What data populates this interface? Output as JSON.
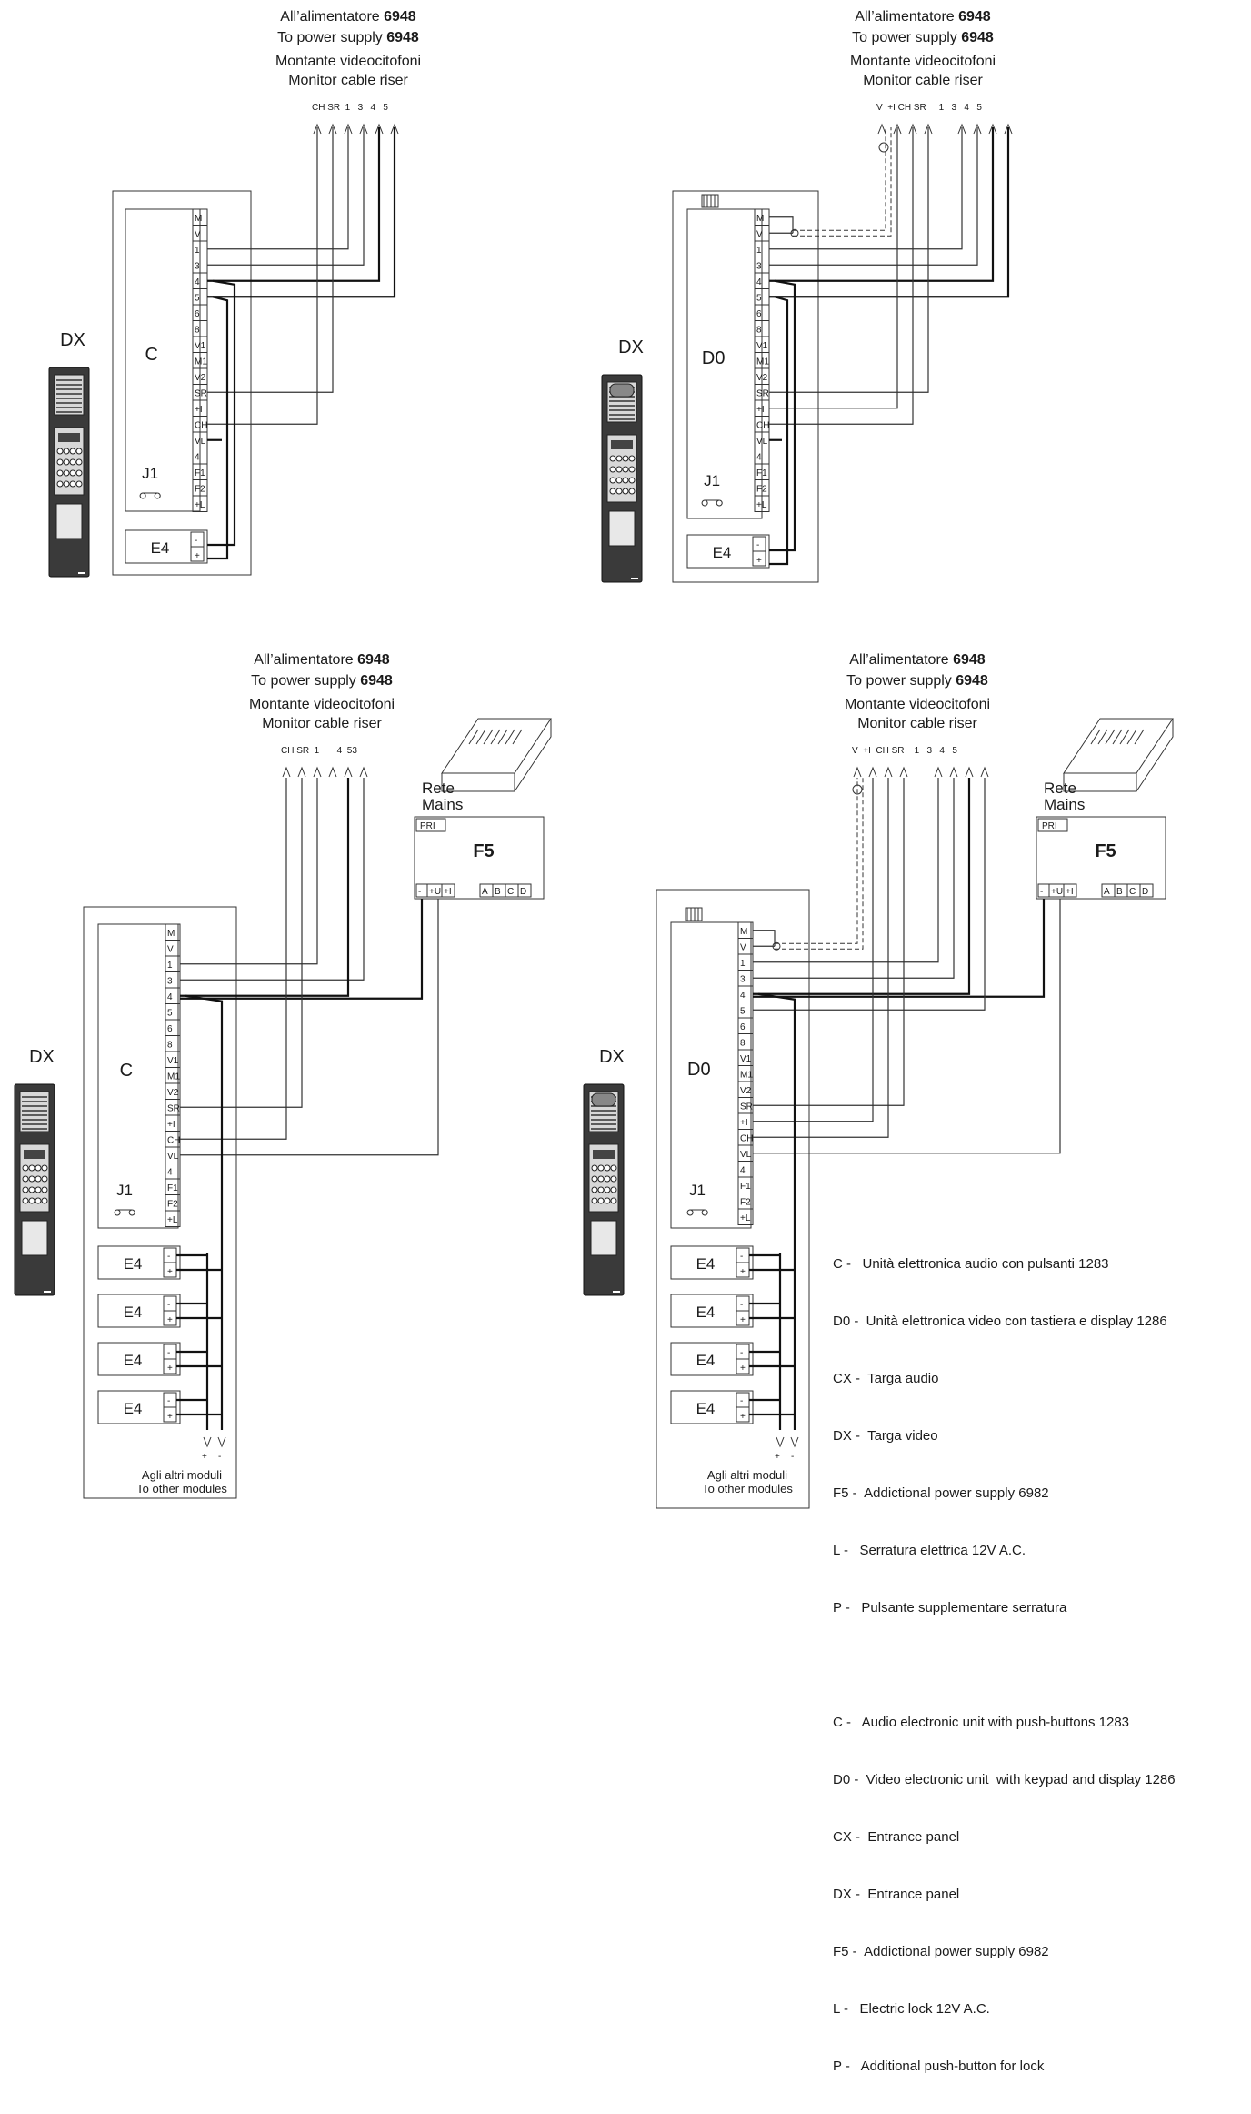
{
  "diagrams": [
    {
      "header": [
        "All’alimentatore ",
        "6948",
        "To power supply ",
        "6948",
        "Montante videocitofoni",
        "Monitor cable riser"
      ],
      "riser_terminals": "CH SR  1   3   4   5",
      "panel_label": "DX",
      "unit_label": "C",
      "connector_label": "J1",
      "module_labels": [
        "E4"
      ],
      "terminals": [
        "M",
        "V",
        "1",
        "3",
        "4",
        "5",
        "6",
        "8",
        "V1",
        "M1",
        "V2",
        "SR",
        "+I",
        "CH",
        "VL",
        "4",
        "F1",
        "F2",
        "+L"
      ]
    },
    {
      "header": [
        "All’alimentatore ",
        "6948",
        "To power supply ",
        "6948",
        "Montante videocitofoni",
        "Monitor cable riser"
      ],
      "riser_terminals": "V  +I CH SR     1   3   4   5",
      "panel_label": "DX",
      "unit_label": "D0",
      "connector_label": "J1",
      "module_labels": [
        "E4"
      ],
      "terminals": [
        "M",
        "V",
        "1",
        "3",
        "4",
        "5",
        "6",
        "8",
        "V1",
        "M1",
        "V2",
        "SR",
        "+I",
        "CH",
        "VL",
        "4",
        "F1",
        "F2",
        "+L"
      ]
    },
    {
      "header": [
        "All’alimentatore ",
        "6948",
        "To power supply ",
        "6948",
        "Montante videocitofoni",
        "Monitor cable riser"
      ],
      "riser_terminals": "CH SR  1       4  53",
      "panel_label": "DX",
      "unit_label": "C",
      "connector_label": "J1",
      "module_labels": [
        "E4",
        "E4",
        "E4",
        "E4"
      ],
      "terminals": [
        "M",
        "V",
        "1",
        "3",
        "4",
        "5",
        "6",
        "8",
        "V1",
        "M1",
        "V2",
        "SR",
        "+I",
        "CH",
        "VL",
        "4",
        "F1",
        "F2",
        "+L"
      ],
      "supply": {
        "mains_it": "Rete",
        "mains_en": "Mains",
        "pri": "PRI",
        "name": "F5",
        "bottom_terminals": [
          "-",
          "+U",
          "+I",
          "A",
          "B",
          "C",
          "D"
        ]
      },
      "footer": [
        "Agli altri moduli",
        "To other modules"
      ],
      "footer_polarity": [
        "+",
        "-"
      ]
    },
    {
      "header": [
        "All’alimentatore ",
        "6948",
        "To power supply ",
        "6948",
        "Montante videocitofoni",
        "Monitor cable riser"
      ],
      "riser_terminals": "V  +I  CH SR    1   3   4   5",
      "panel_label": "DX",
      "unit_label": "D0",
      "connector_label": "J1",
      "module_labels": [
        "E4",
        "E4",
        "E4",
        "E4"
      ],
      "terminals": [
        "M",
        "V",
        "1",
        "3",
        "4",
        "5",
        "6",
        "8",
        "V1",
        "M1",
        "V2",
        "SR",
        "+I",
        "CH",
        "VL",
        "4",
        "F1",
        "F2",
        "+L"
      ],
      "supply": {
        "mains_it": "Rete",
        "mains_en": "Mains",
        "pri": "PRI",
        "name": "F5",
        "bottom_terminals": [
          "-",
          "+U",
          "+I",
          "A",
          "B",
          "C",
          "D"
        ]
      },
      "footer": [
        "Agli altri moduli",
        "To other modules"
      ],
      "footer_polarity": [
        "+",
        "-"
      ]
    }
  ],
  "legend": {
    "italian": [
      "C -   Unità elettronica audio con pulsanti 1283",
      "D0 -  Unità elettronica video con tastiera e display 1286",
      "CX -  Targa audio",
      "DX -  Targa video",
      "F5 -  Addictional power supply 6982",
      "L -   Serratura elettrica 12V A.C.",
      "P -   Pulsante supplementare serratura"
    ],
    "english": [
      "C -   Audio electronic unit with push-buttons 1283",
      "D0 -  Video electronic unit  with keypad and display 1286",
      "CX -  Entrance panel",
      "DX -  Entrance panel",
      "F5 -  Addictional power supply 6982",
      "L -   Electric lock 12V A.C.",
      "P -   Additional push-button for lock"
    ]
  }
}
